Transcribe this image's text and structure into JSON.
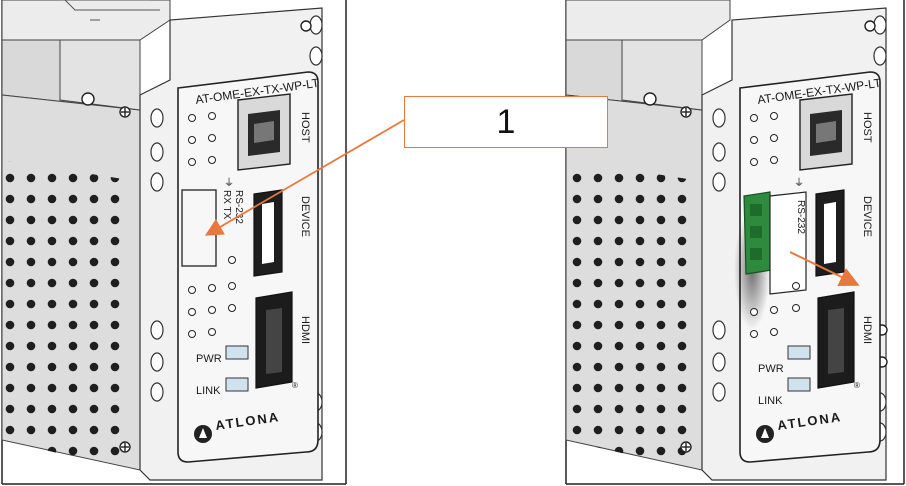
{
  "panels": [
    {
      "id": "left",
      "model": "AT-OME-EX-TX-WP-LT",
      "port_labels": {
        "host": "HOST",
        "device": "DEVICE",
        "hdmi": "HDMI",
        "rs232": "RS-232",
        "rxtx": "RX TX"
      },
      "leds": {
        "pwr": "PWR",
        "link": "LINK"
      },
      "brand": "ATLONA",
      "registered": "®"
    },
    {
      "id": "right",
      "model": "AT-OME-EX-TX-WP-LT",
      "port_labels": {
        "host": "HOST",
        "device": "DEVICE",
        "hdmi": "HDMI",
        "rs232": "RS-232"
      },
      "leds": {
        "pwr": "PWR",
        "link": "LINK"
      },
      "brand": "ATLONA",
      "registered": "®"
    }
  ],
  "callout": {
    "number": "1"
  },
  "colors": {
    "arrow": "#e8793e",
    "connector_green": "#2e8b3e",
    "led": "#cfe3ef",
    "frame_line": "#222222",
    "metal": "#e6e6e6",
    "metal_dark": "#c9c9c9"
  }
}
